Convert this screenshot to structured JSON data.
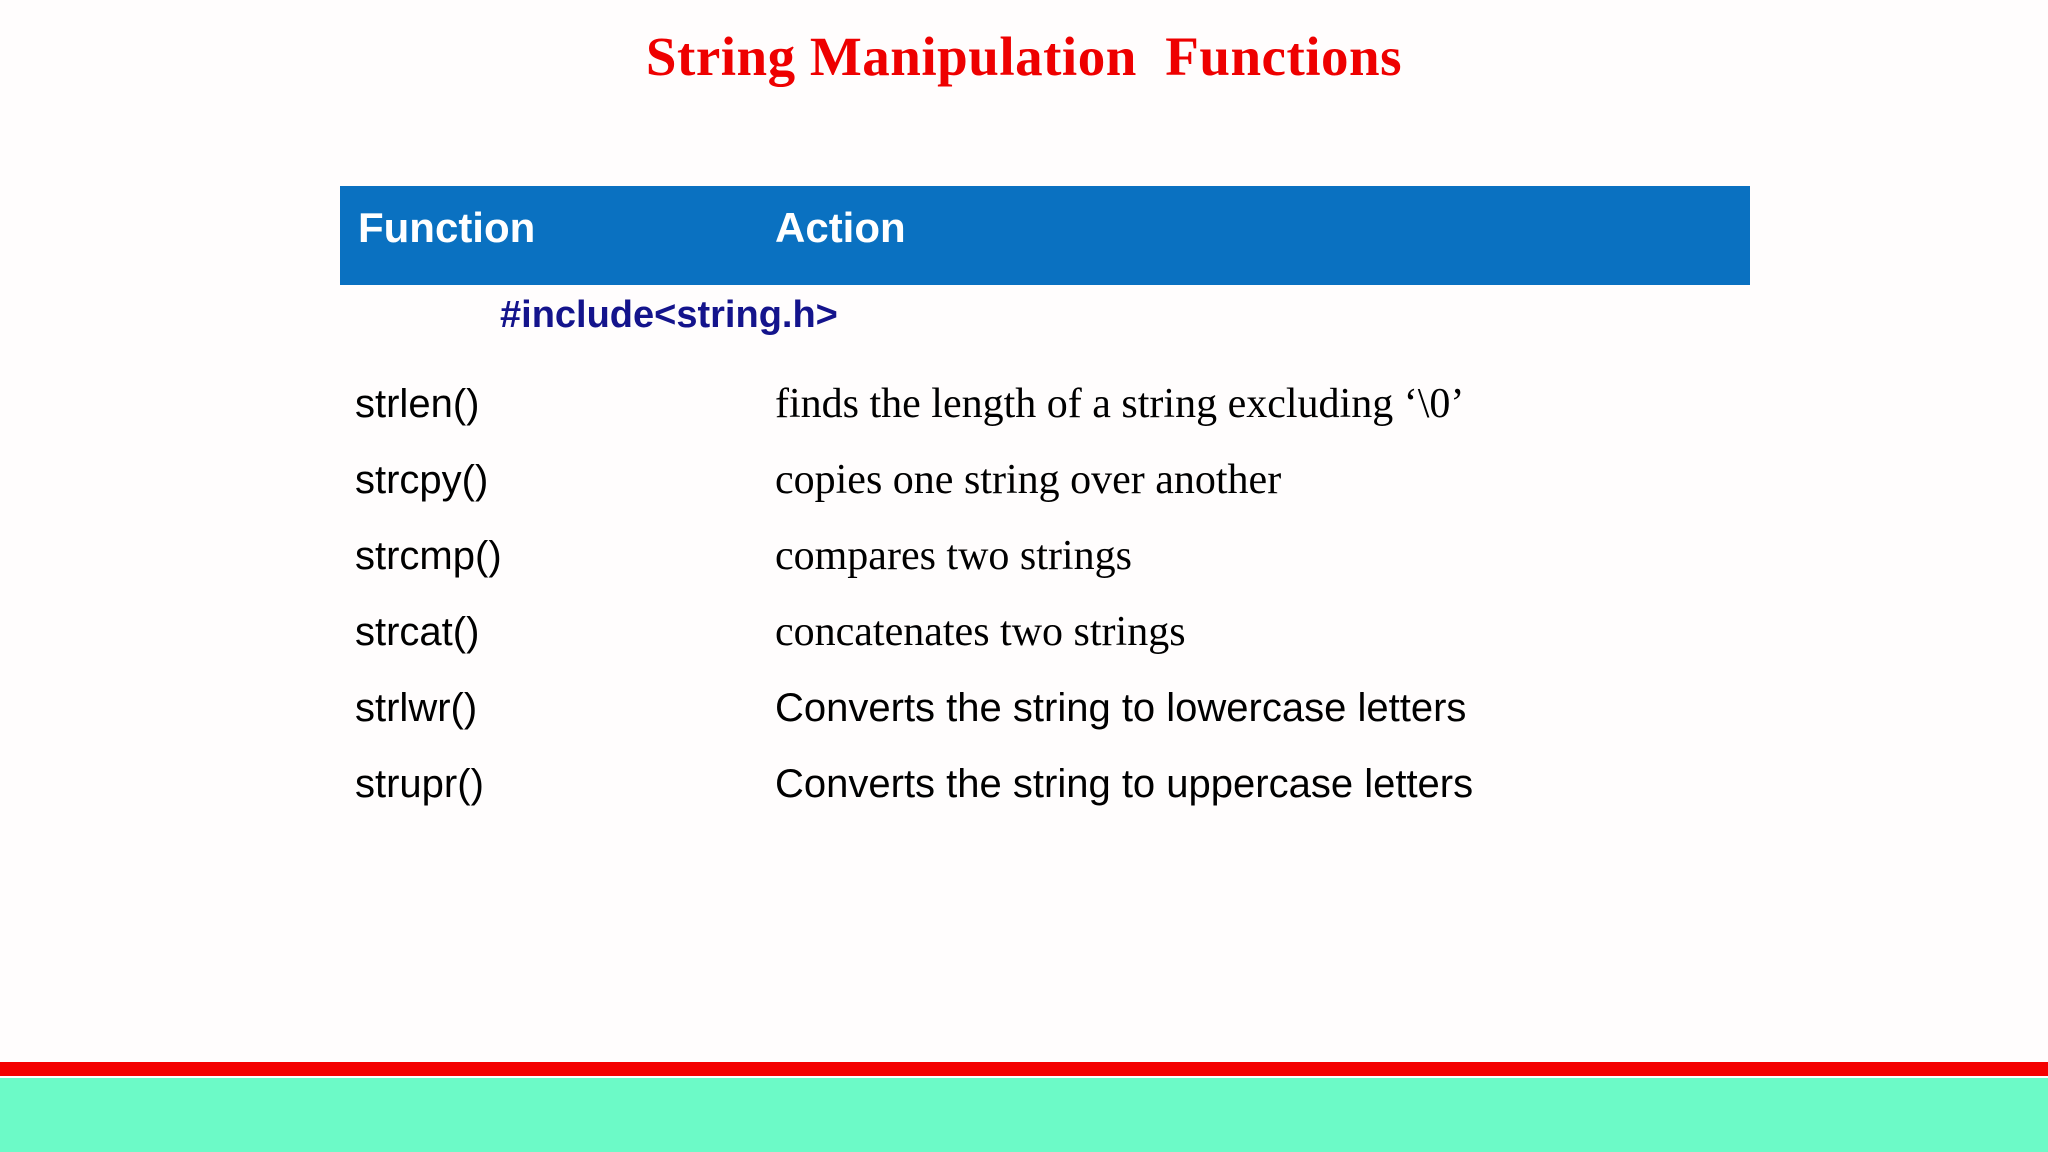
{
  "slide": {
    "title": "String Manipulation  Functions",
    "title_color": "#ee0000",
    "background_color": "#fffdfd"
  },
  "table": {
    "header": {
      "background_color": "#0a71c1",
      "text_color": "#ffffff",
      "columns": [
        {
          "label": "Function"
        },
        {
          "label": "Action"
        }
      ]
    },
    "include_directive": {
      "text": "#include<string.h>",
      "color": "#14148c"
    },
    "rows": [
      {
        "function": "strlen()",
        "action": "finds the length of a string excluding ‘\\0’",
        "action_style": "serif"
      },
      {
        "function": "strcpy()",
        "action": "copies one string over another",
        "action_style": "serif"
      },
      {
        "function": "strcmp()",
        "action": "compares two strings",
        "action_style": "serif"
      },
      {
        "function": "strcat()",
        "action": "concatenates two strings",
        "action_style": "serif"
      },
      {
        "function": "strlwr()",
        "action": "Converts the string to lowercase letters",
        "action_style": "sans"
      },
      {
        "function": "strupr()",
        "action": "Converts the string to uppercase letters",
        "action_style": "sans"
      }
    ]
  },
  "footer": {
    "red_bar_color": "#f40000",
    "mint_bar_color": "#6cfac7"
  }
}
